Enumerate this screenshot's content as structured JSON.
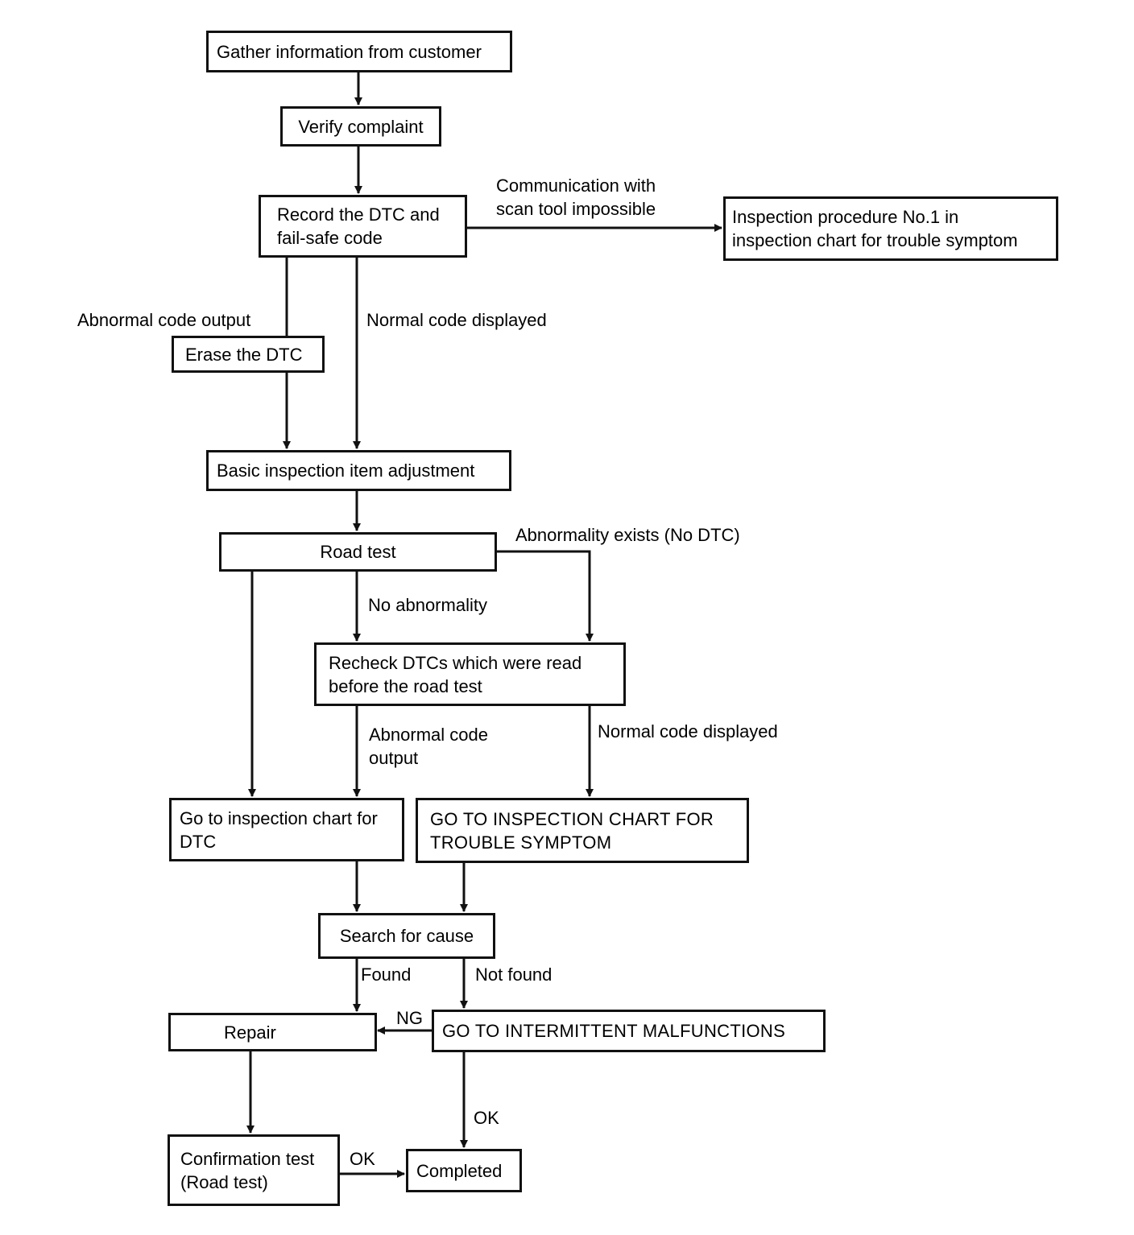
{
  "nodes": {
    "gather": [
      "Gather information from customer"
    ],
    "verify": [
      "Verify complaint"
    ],
    "record": [
      "Record the DTC and",
      "fail-safe code"
    ],
    "inspection_no1": [
      "Inspection procedure No.1 in",
      "inspection chart for trouble symptom"
    ],
    "erase": [
      "Erase the DTC"
    ],
    "basic": [
      "Basic inspection item adjustment"
    ],
    "road_test": [
      "Road test"
    ],
    "recheck": [
      "Recheck DTCs which were read",
      "before the road test"
    ],
    "goto_dtc": [
      "Go to inspection chart for",
      "DTC"
    ],
    "goto_symptom": [
      "GO TO INSPECTION CHART FOR",
      "TROUBLE SYMPTOM"
    ],
    "search": [
      "Search for cause"
    ],
    "repair": [
      "Repair"
    ],
    "intermittent": [
      "GO TO INTERMITTENT MALFUNCTIONS"
    ],
    "confirmation": [
      "Confirmation test",
      "(Road test)"
    ],
    "completed": [
      "Completed"
    ]
  },
  "edge_labels": {
    "comm_impossible": [
      "Communication with",
      "scan tool impossible"
    ],
    "abnormal_output_1": [
      "Abnormal code output"
    ],
    "normal_displayed_1": [
      "Normal code displayed"
    ],
    "abnormality_exists": [
      "Abnormality exists (No DTC)"
    ],
    "no_abnormality": [
      "No abnormality"
    ],
    "abnormal_output_2": [
      "Abnormal code",
      "output"
    ],
    "normal_displayed_2": [
      "Normal code displayed"
    ],
    "found": [
      "Found"
    ],
    "not_found": [
      "Not found"
    ],
    "ng": [
      "NG"
    ],
    "ok_1": [
      "OK"
    ],
    "ok_2": [
      "OK"
    ]
  }
}
